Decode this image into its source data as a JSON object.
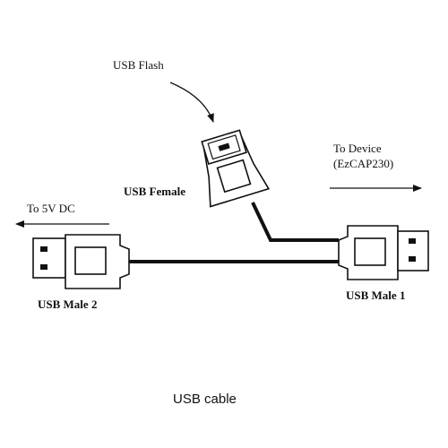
{
  "labels": {
    "usb_flash": "USB Flash",
    "to_device_line1": "To Device",
    "to_device_line2": "(EzCAP230)",
    "usb_female": "USB Female",
    "to_5v_dc": "To 5V DC",
    "usb_male_2": "USB Male 2",
    "usb_male_1": "USB Male 1",
    "caption": "USB cable"
  },
  "colors": {
    "line": "#111111",
    "background": "#ffffff"
  }
}
